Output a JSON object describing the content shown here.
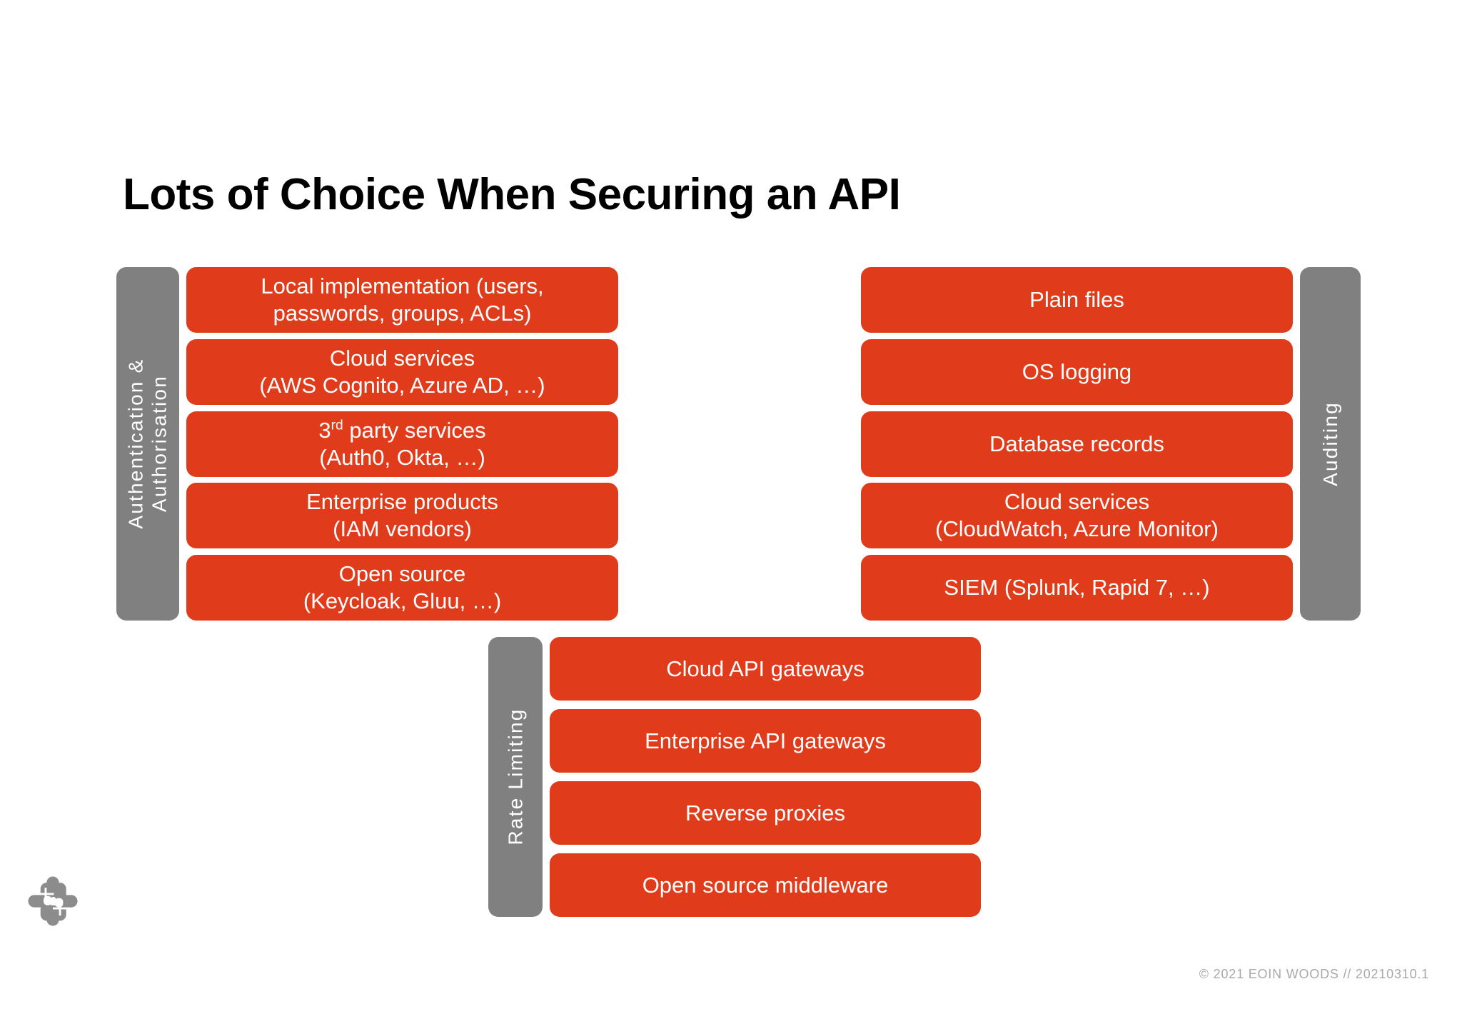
{
  "slide": {
    "title": "Lots of Choice When Securing an API",
    "accent_color": "#E03C1C",
    "category_bar_color": "#808080",
    "background_color": "#FFFFFF",
    "title_color": "#000000",
    "footer_color": "#A9A9AD"
  },
  "groups": [
    {
      "id": "authentication-authorisation",
      "label_line1": "Authentication &",
      "label_line2": "Authorisation",
      "label_side": "left",
      "options": [
        {
          "line1": "Local implementation (users,",
          "line2": "passwords, groups, ACLs)"
        },
        {
          "line1": "Cloud services",
          "line2": "(AWS Cognito, Azure AD, …)"
        },
        {
          "line1": "3rd party services",
          "line1_sup_base": "3",
          "line1_sup": "rd",
          "line1_rest": " party services",
          "line2": "(Auth0, Okta, …)"
        },
        {
          "line1": "Enterprise products",
          "line2": "(IAM vendors)"
        },
        {
          "line1": "Open source",
          "line2": "(Keycloak, Gluu, …)"
        }
      ]
    },
    {
      "id": "auditing",
      "label_line1": "Auditing",
      "label_line2": "",
      "label_side": "right",
      "options": [
        {
          "line1": "Plain files",
          "line2": ""
        },
        {
          "line1": "OS logging",
          "line2": ""
        },
        {
          "line1": "Database records",
          "line2": ""
        },
        {
          "line1": "Cloud services",
          "line2": "(CloudWatch, Azure Monitor)"
        },
        {
          "line1": "SIEM (Splunk, Rapid 7, …)",
          "line2": ""
        }
      ]
    },
    {
      "id": "rate-limiting",
      "label_line1": "Rate Limiting",
      "label_line2": "",
      "label_side": "left",
      "options": [
        {
          "line1": "Cloud API gateways",
          "line2": ""
        },
        {
          "line1": "Enterprise API gateways",
          "line2": ""
        },
        {
          "line1": "Reverse proxies",
          "line2": ""
        },
        {
          "line1": "Open source middleware",
          "line2": ""
        }
      ]
    }
  ],
  "footer": {
    "credit": "© 2021 EOIN WOODS  // 20210310.1"
  },
  "logo": {
    "name": "knot-logo",
    "color": "#8C8C8C"
  }
}
